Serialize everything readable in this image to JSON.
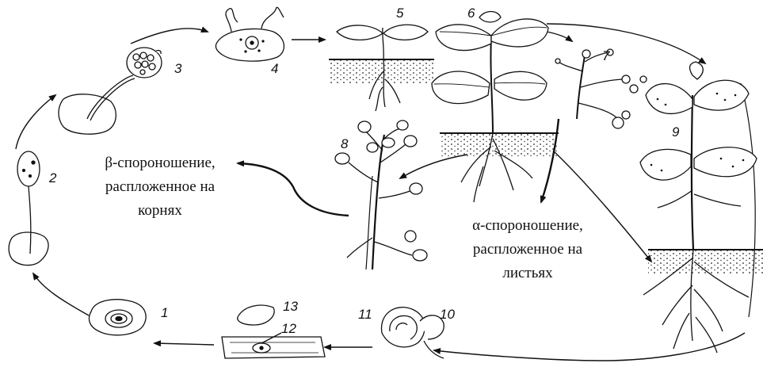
{
  "captions": {
    "beta": {
      "line1": "β-спороношение,",
      "line2": "распложенное на",
      "line3": "корнях"
    },
    "alpha": {
      "line1": "α-спороношение,",
      "line2": "распложенное на",
      "line3": "листьях"
    }
  },
  "stage_numbers": [
    "1",
    "2",
    "3",
    "4",
    "5",
    "6",
    "7",
    "8",
    "9",
    "10",
    "11",
    "12",
    "13"
  ]
}
